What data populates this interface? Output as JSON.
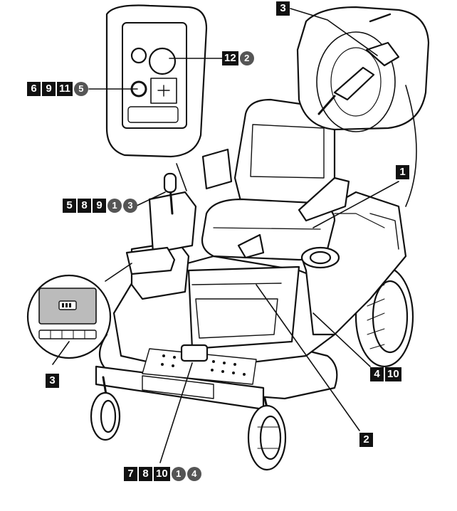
{
  "callouts": {
    "top_right": {
      "squares": [
        "3"
      ],
      "circles": []
    },
    "top_center": {
      "squares": [
        "12"
      ],
      "circles": [
        "2"
      ]
    },
    "left_knob": {
      "squares": [
        "6",
        "9",
        "11"
      ],
      "circles": [
        "5"
      ]
    },
    "right_seat": {
      "squares": [
        "1"
      ],
      "circles": []
    },
    "left_lever": {
      "squares": [
        "5",
        "8",
        "9"
      ],
      "circles": [
        "1",
        "3"
      ]
    },
    "left_panel": {
      "squares": [
        "3"
      ],
      "circles": []
    },
    "right_lower": {
      "squares": [
        "4",
        "10"
      ],
      "circles": []
    },
    "bottom_right": {
      "squares": [
        "2"
      ],
      "circles": []
    },
    "bottom": {
      "squares": [
        "7",
        "8",
        "10"
      ],
      "circles": [
        "1",
        "4"
      ]
    }
  },
  "icons": [
    "battery-icon",
    "usb-icon",
    "charging-plug-icon",
    "headlight-icon",
    "speed-icon"
  ]
}
